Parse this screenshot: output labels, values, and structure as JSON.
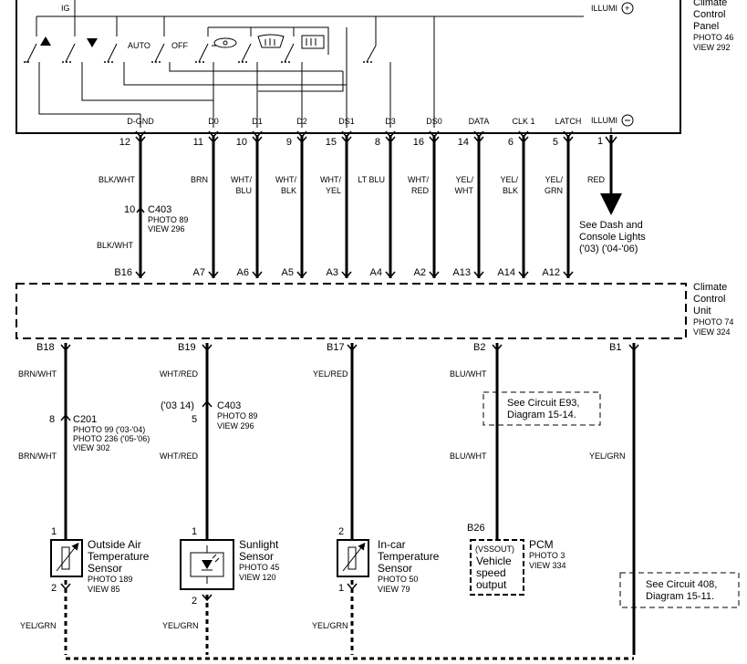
{
  "panel": {
    "title": [
      "Climate",
      "Control",
      "Panel"
    ],
    "photo": "PHOTO 46",
    "view": "VIEW 292",
    "ig": "IG",
    "illumi_plus": "ILLUMI",
    "illumi_minus": "ILLUMI",
    "auto": "AUTO",
    "off": "OFF"
  },
  "panel_pins": [
    {
      "signal": "D-GND",
      "pin": "12",
      "wire": [
        "BLK/WHT"
      ],
      "conn": "B16"
    },
    {
      "signal": "D0",
      "pin": "11",
      "wire": [
        "BRN"
      ],
      "conn": "A7"
    },
    {
      "signal": "D1",
      "pin": "10",
      "wire": [
        "WHT/",
        "BLU"
      ],
      "conn": "A6"
    },
    {
      "signal": "D2",
      "pin": "9",
      "wire": [
        "WHT/",
        "BLK"
      ],
      "conn": "A5"
    },
    {
      "signal": "DS1",
      "pin": "15",
      "wire": [
        "WHT/",
        "YEL"
      ],
      "conn": "A3"
    },
    {
      "signal": "D3",
      "pin": "8",
      "wire": [
        "LT BLU"
      ],
      "conn": "A4"
    },
    {
      "signal": "DS0",
      "pin": "16",
      "wire": [
        "WHT/",
        "RED"
      ],
      "conn": "A2"
    },
    {
      "signal": "DATA",
      "pin": "14",
      "wire": [
        "YEL/",
        "WHT"
      ],
      "conn": "A13"
    },
    {
      "signal": "CLK 1",
      "pin": "6",
      "wire": [
        "YEL/",
        "BLK"
      ],
      "conn": "A14"
    },
    {
      "signal": "LATCH",
      "pin": "5",
      "wire": [
        "YEL/",
        "GRN"
      ],
      "conn": "A12"
    }
  ],
  "illumi_pin": {
    "pin": "1",
    "wire": "RED",
    "see": [
      "See Dash and",
      "Console Lights",
      "('03) ('04-'06)"
    ]
  },
  "c403_top": {
    "pin": "10",
    "name": "C403",
    "photo": "PHOTO 89",
    "view": "VIEW 296",
    "wire_below": "BLK/WHT"
  },
  "unit": {
    "title": [
      "Climate",
      "Control",
      "Unit"
    ],
    "photo": "PHOTO 74",
    "view": "VIEW 324"
  },
  "lower": {
    "b18": {
      "conn": "B18",
      "wire_top": "BRN/WHT",
      "pin": "8",
      "c_name": "C201",
      "photo1": "PHOTO 99 ('03-'04)",
      "photo2": "PHOTO 236 ('05-'06)",
      "view": "VIEW 302",
      "wire_bottom": "BRN/WHT",
      "pin_top": "1",
      "pin_bot": "2",
      "title": [
        "Outside Air",
        "Temperature",
        "Sensor"
      ],
      "photo": "PHOTO 189",
      "view_s": "VIEW 85",
      "wire_gnd": "YEL/GRN"
    },
    "b19": {
      "conn": "B19",
      "wire_top": "WHT/RED",
      "pin_note": "('03 14)",
      "pin": "5",
      "c_name": "C403",
      "photo_c": "PHOTO 89",
      "view_c": "VIEW 296",
      "wire_bottom": "WHT/RED",
      "pin_top": "1",
      "pin_bot": "2",
      "title": [
        "Sunlight",
        "Sensor"
      ],
      "photo": "PHOTO 45",
      "view_s": "VIEW 120",
      "wire_gnd": "YEL/GRN"
    },
    "b17": {
      "conn": "B17",
      "wire_top": "YEL/RED",
      "pin_top": "2",
      "pin_bot": "1",
      "title": [
        "In-car",
        "Temperature",
        "Sensor"
      ],
      "photo": "PHOTO 50",
      "view_s": "VIEW 79",
      "wire_gnd": "YEL/GRN"
    },
    "b2": {
      "conn": "B2",
      "wire_top": "BLU/WHT",
      "see": [
        "See Circuit E93,",
        "Diagram 15-14."
      ],
      "wire_bottom": "BLU/WHT",
      "pcm_pin": "B26",
      "pcm": "PCM",
      "pcm_photo": "PHOTO 3",
      "pcm_view": "VIEW 334",
      "vss": "(VSSOUT)",
      "vss_lines": [
        "Vehicle",
        "speed",
        "output"
      ]
    },
    "b1": {
      "conn": "B1",
      "wire": "YEL/GRN",
      "see": [
        "See Circuit 408,",
        "Diagram 15-11."
      ]
    }
  }
}
